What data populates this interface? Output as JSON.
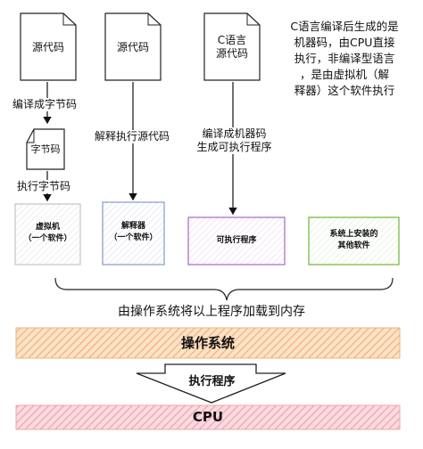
{
  "source_docs": {
    "left": "源代码",
    "middle": "源代码",
    "right": [
      "C语言",
      "源代码"
    ]
  },
  "note": [
    "C语言编译后生成的是",
    "机器码，由CPU直接",
    "执行，非编译型语言",
    "，是由虚拟机（解",
    "释器）这个软件执行"
  ],
  "labels": {
    "compile_to_bytecode": "编译成字节码",
    "bytecode": "字节码",
    "execute_bytecode": "执行字节码",
    "interpret_source": "解释执行源代码",
    "compile_machine": [
      "编译成机器码",
      "生成可执行程序"
    ],
    "load_to_memory": "由操作系统将以上程序加载到内存",
    "execute_program": "执行程序"
  },
  "boxes": {
    "vm": [
      "虚拟机",
      "（一个软件）"
    ],
    "interpreter": [
      "解释器",
      "（一个软件）"
    ],
    "executable": "可执行程序",
    "other_software": [
      "系统上安装的",
      "其他软件"
    ]
  },
  "bands": {
    "os": "操作系统",
    "cpu": "CPU"
  },
  "colors": {
    "vm_border": "#c8c8c8",
    "interpreter_border": "#8fa0c8",
    "executable_border": "#b070cc",
    "other_border": "#77bb44",
    "os_fill": "#f6c898",
    "cpu_fill": "#f2b4bd"
  }
}
